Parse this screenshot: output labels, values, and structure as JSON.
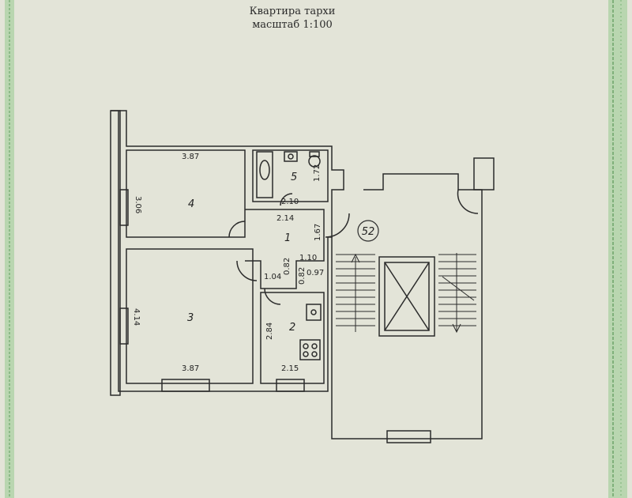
{
  "title": "Квартира тархи",
  "scale": "масштаб 1:100",
  "apartment_number": "52",
  "rooms": [
    {
      "number": "1"
    },
    {
      "number": "2"
    },
    {
      "number": "3"
    },
    {
      "number": "4"
    },
    {
      "number": "5"
    }
  ],
  "dimensions": {
    "r4_width": "3.87",
    "r4_height": "3.06",
    "r5_width": "2.10",
    "r5_height": "1.72",
    "r1_top": "2.14",
    "r1_side": "1.67",
    "r1_bottom": "1.10",
    "corr_a": "0.82",
    "corr_b": "0.82",
    "corr_c": "0.97",
    "corr_d": "1.04",
    "r3_height": "4.14",
    "r3_width": "3.87",
    "r2_height": "2.84",
    "r2_width": "2.15"
  },
  "colors": {
    "paper": "#e3e4d8",
    "ink": "#2b2b2b",
    "border_green": "#8fbf8a"
  }
}
